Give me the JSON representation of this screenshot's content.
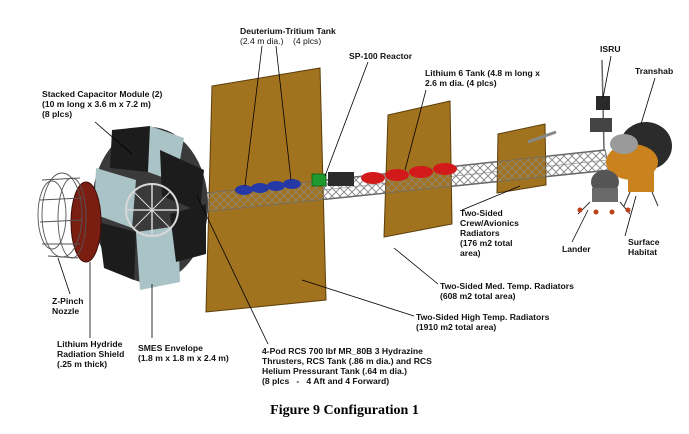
{
  "figure": {
    "caption": "Figure 9 Configuration 1"
  },
  "colors": {
    "radiator": "#a2731f",
    "radiator_edge": "#5b3e0a",
    "truss": "#7a7a7a",
    "tank_blue": "#2438a8",
    "tank_green": "#1f9a2e",
    "tank_red": "#d21a1a",
    "dark_module": "#1c1c1c",
    "light_module": "#a9c3c6",
    "shield": "#7a1e12"
  },
  "labels": {
    "deuterium_tritium_tank": {
      "title": "Deuterium-Tritium Tank",
      "detail": "(2.4 m dia.)    (4 plcs)"
    },
    "sp100_reactor": {
      "title": "SP-100 Reactor"
    },
    "isru": {
      "title": "ISRU"
    },
    "transhab": {
      "title": "Transhab"
    },
    "stacked_capacitor": {
      "title": "Stacked Capacitor Module (2)",
      "line2": "(10 m long x 3.6 m x 7.2 m)",
      "line3": "(8 plcs)"
    },
    "lithium6_tank": {
      "line1": "Lithium 6 Tank  (4.8 m long x",
      "line2": "2.6 m dia. (4 plcs)"
    },
    "crew_radiators": {
      "line1": "Two-Sided",
      "line2": "Crew/Avionics",
      "line3": "Radiators",
      "line4": "(176 m2 total",
      "line5": "area)"
    },
    "lander": {
      "title": "Lander"
    },
    "surface_habitat": {
      "line1": "Surface",
      "line2": "Habitat"
    },
    "med_temp_radiators": {
      "line1": "Two-Sided Med. Temp. Radiators",
      "line2": "(608 m2 total area)"
    },
    "high_temp_radiators": {
      "line1": "Two-Sided High Temp. Radiators",
      "line2": "(1910 m2 total area)"
    },
    "z_pinch": {
      "line1": "Z-Pinch",
      "line2": "Nozzle"
    },
    "lithium_hydride": {
      "line1": "Lithium Hydride",
      "line2": "Radiation Shield",
      "line3": "(.25 m thick)"
    },
    "smes": {
      "line1": "SMES Envelope",
      "line2": "(1.8 m x 1.8 m x 2.4 m)"
    },
    "rcs": {
      "line1": "4-Pod RCS 700 lbf MR_80B  3 Hydrazine",
      "line2": "Thrusters, RCS Tank  (.86 m dia.) and RCS",
      "line3": "Helium Pressurant Tank  (.64 m dia.)",
      "line4": "(8 plcs   -   4 Aft and 4 Forward)"
    }
  }
}
